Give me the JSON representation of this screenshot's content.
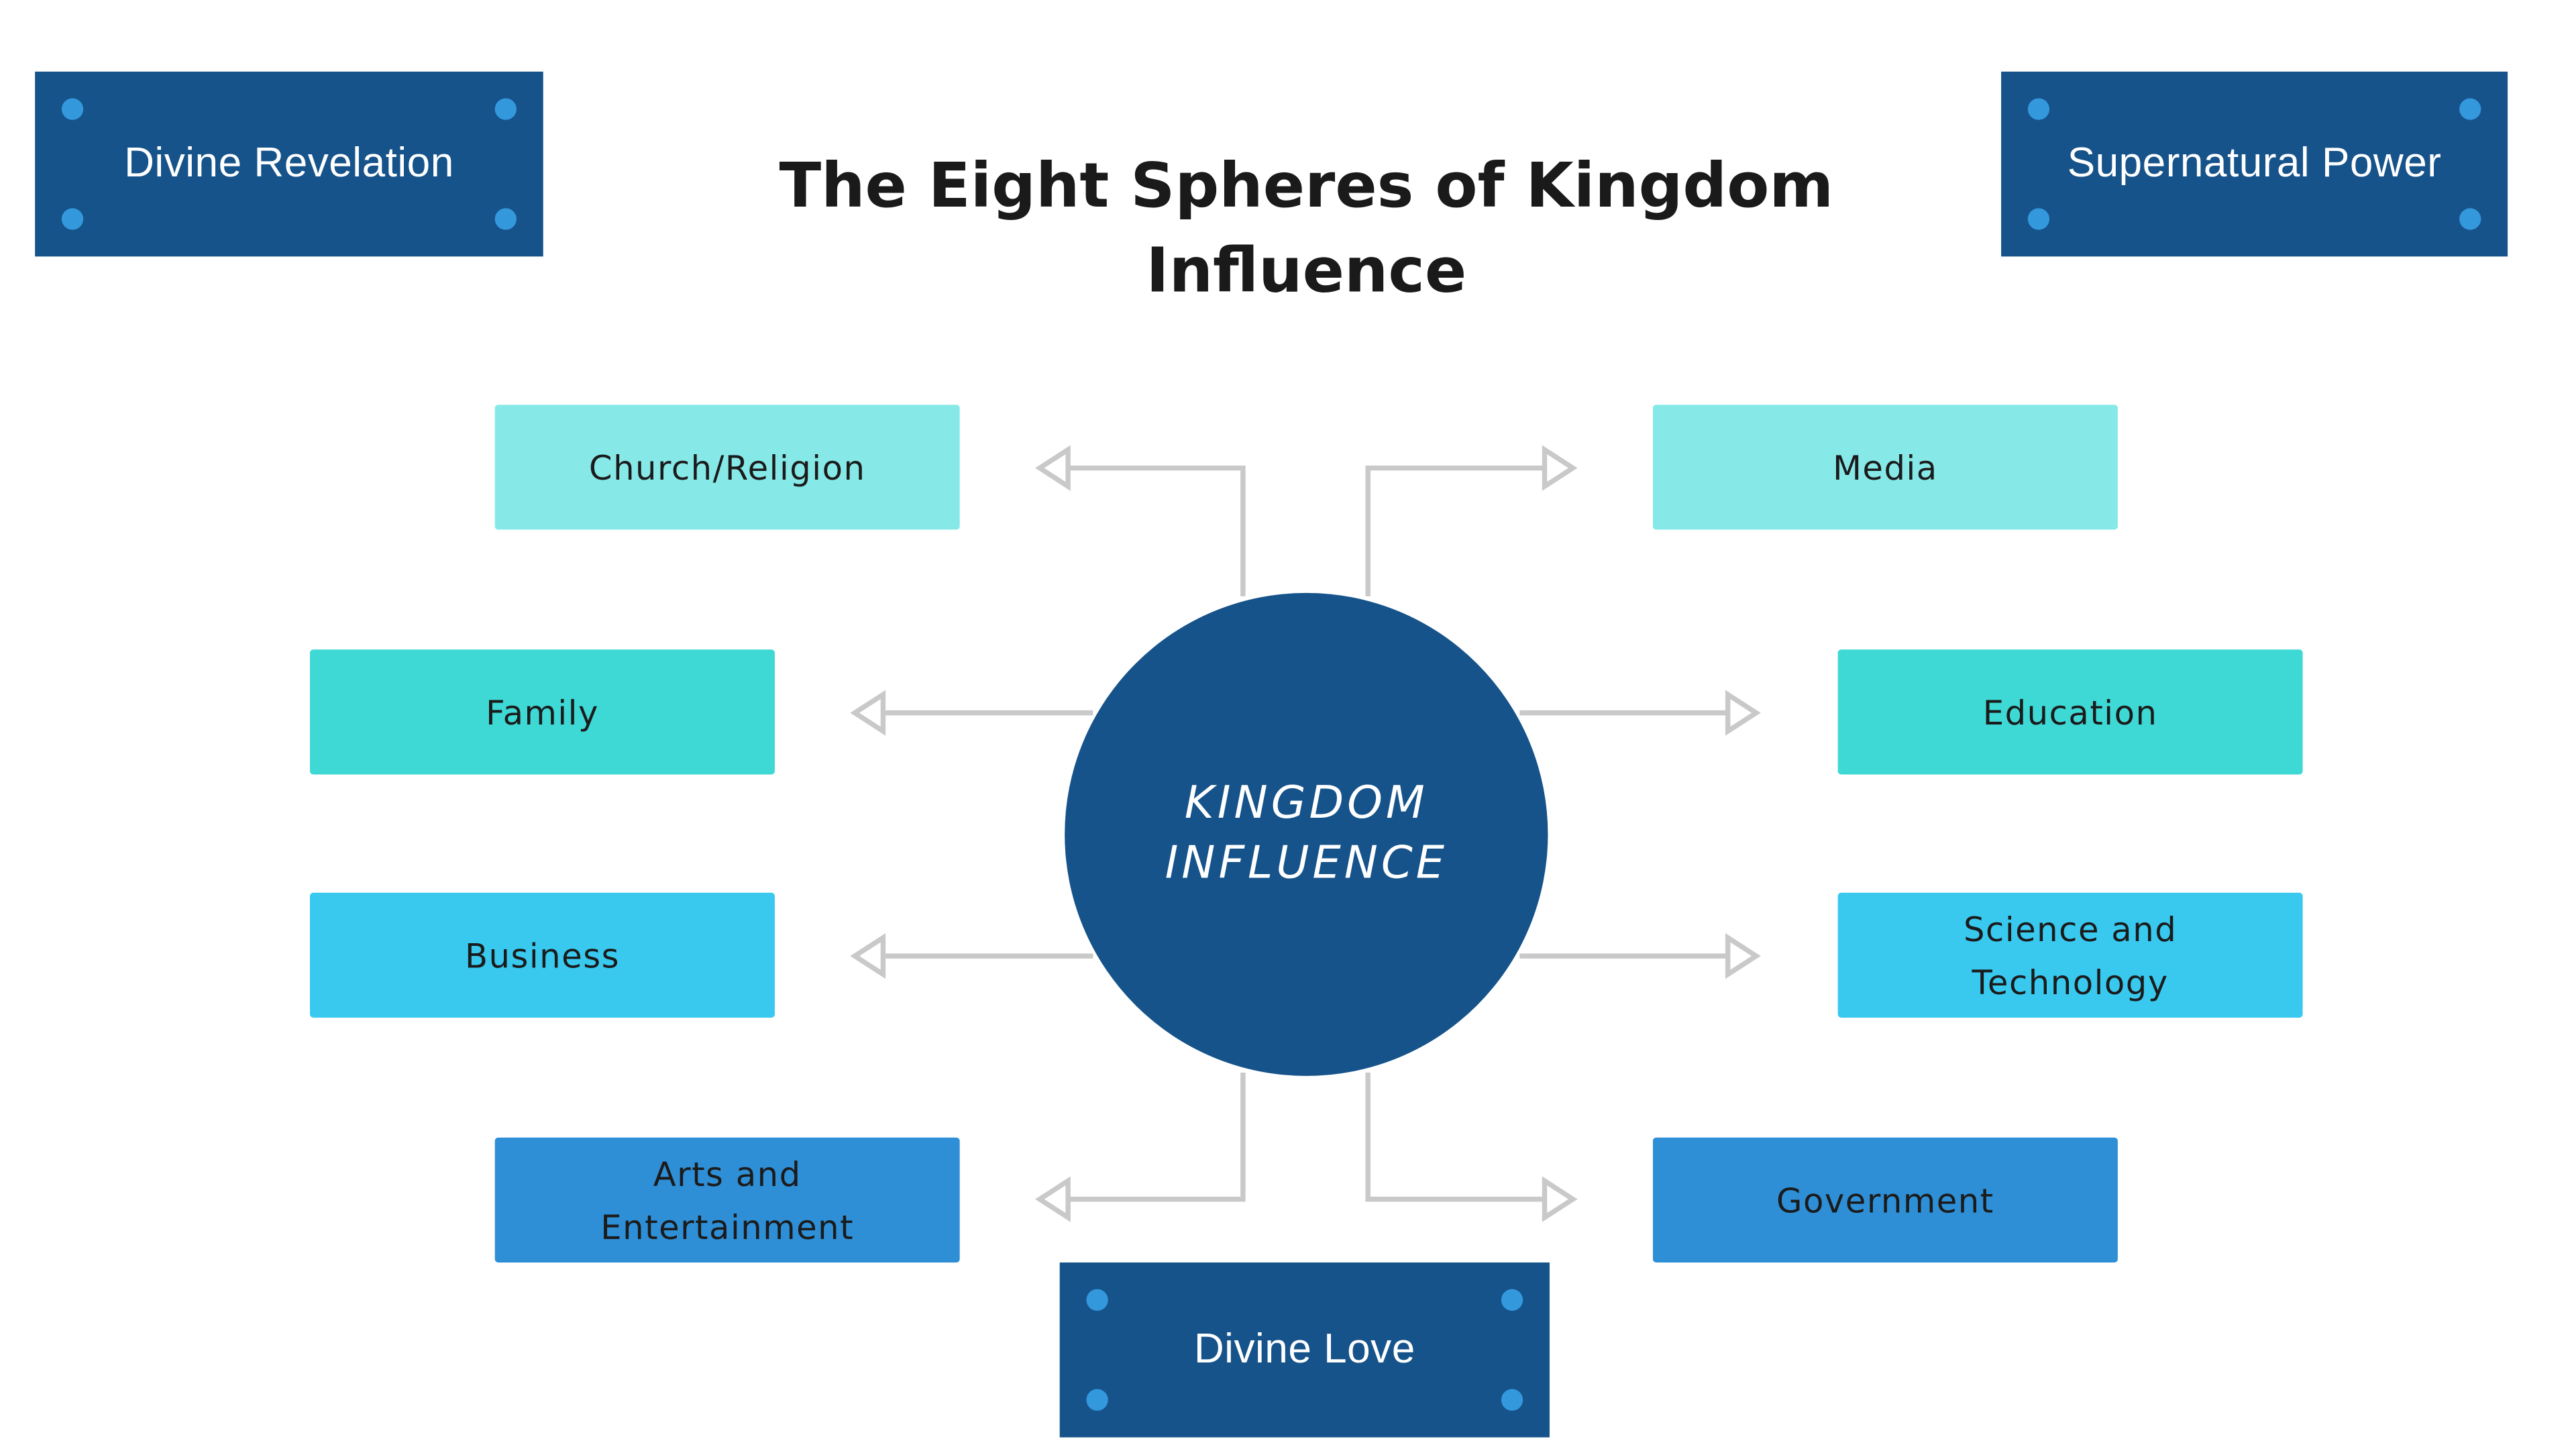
{
  "title": "The Eight Spheres of Kingdom Influence",
  "center": {
    "label": "KINGDOM INFLUENCE"
  },
  "plaques": {
    "divine_revelation": "Divine Revelation",
    "supernatural_power": "Supernatural Power",
    "divine_love": "Divine Love"
  },
  "spheres": {
    "church_religion": "Church/Religion",
    "media": "Media",
    "family": "Family",
    "education": "Education",
    "business": "Business",
    "science_technology": "Science and Technology",
    "arts_entertainment": "Arts and Entertainment",
    "government": "Government"
  },
  "colors": {
    "navy": "#16538a",
    "dot_blue": "#3498dd",
    "light_cyan": "#86e9e8",
    "turquoise": "#3ed8d5",
    "sky_blue": "#39c9ef",
    "medium_blue": "#2e8fd6",
    "connector_gray": "#c9c9c9"
  }
}
